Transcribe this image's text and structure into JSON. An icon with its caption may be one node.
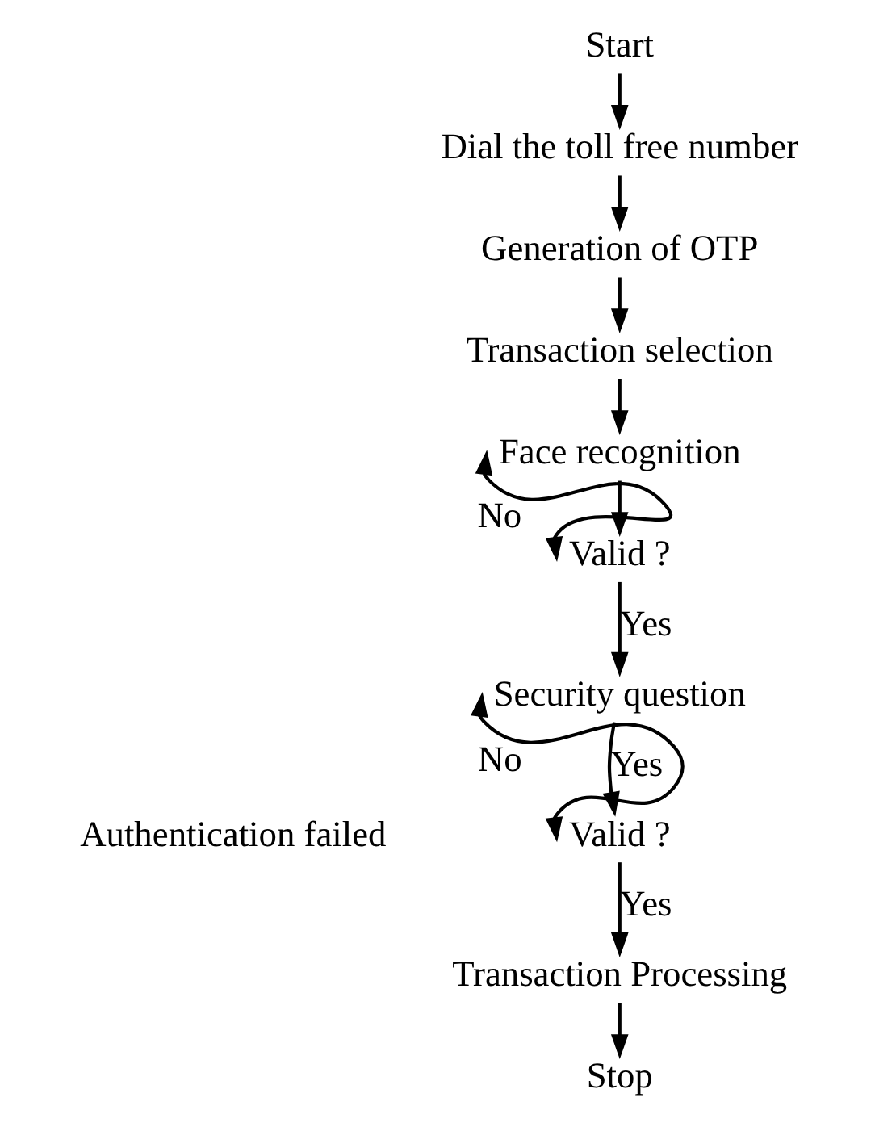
{
  "diagram": {
    "nodes": [
      {
        "text": [
          "Start"
        ]
      },
      {
        "text": [
          "Dial the toll free number"
        ]
      },
      {
        "text": [
          "Generation of OTP"
        ]
      },
      {
        "text": [
          "Transaction selection"
        ]
      },
      {
        "text": [
          "Face recognition"
        ]
      },
      {
        "text": [
          "Valid ?"
        ]
      },
      {
        "text": [
          "Security question"
        ]
      },
      {
        "text": [
          "Valid ?"
        ]
      },
      {
        "text": [
          "Transaction Processing"
        ]
      },
      {
        "text": [
          "Stop"
        ]
      }
    ],
    "edges": [
      {
        "from": 0,
        "to": 1,
        "arrow": "to"
      },
      {
        "from": 1,
        "to": 2,
        "arrow": "to"
      },
      {
        "from": 2,
        "to": 3,
        "arrow": "to"
      },
      {
        "from": 3,
        "to": 4,
        "arrow": "to"
      },
      {
        "from": 4,
        "to": 5,
        "arrow": "to"
      },
      {
        "from": 5,
        "to": 4,
        "arrow": "both",
        "label": "No"
      },
      {
        "from": 5,
        "to": 6,
        "arrow": "to",
        "label": "Yes"
      },
      {
        "from": 6,
        "to": 7,
        "arrow": "to",
        "label": "Yes"
      },
      {
        "from": 7,
        "to": 6,
        "arrow": "both",
        "label": "No"
      },
      {
        "from": 7,
        "to": 8,
        "arrow": "to",
        "label": "Yes"
      },
      {
        "from": 8,
        "to": 9,
        "arrow": "to"
      }
    ],
    "labels": [
      "Authentication failed"
    ]
  }
}
